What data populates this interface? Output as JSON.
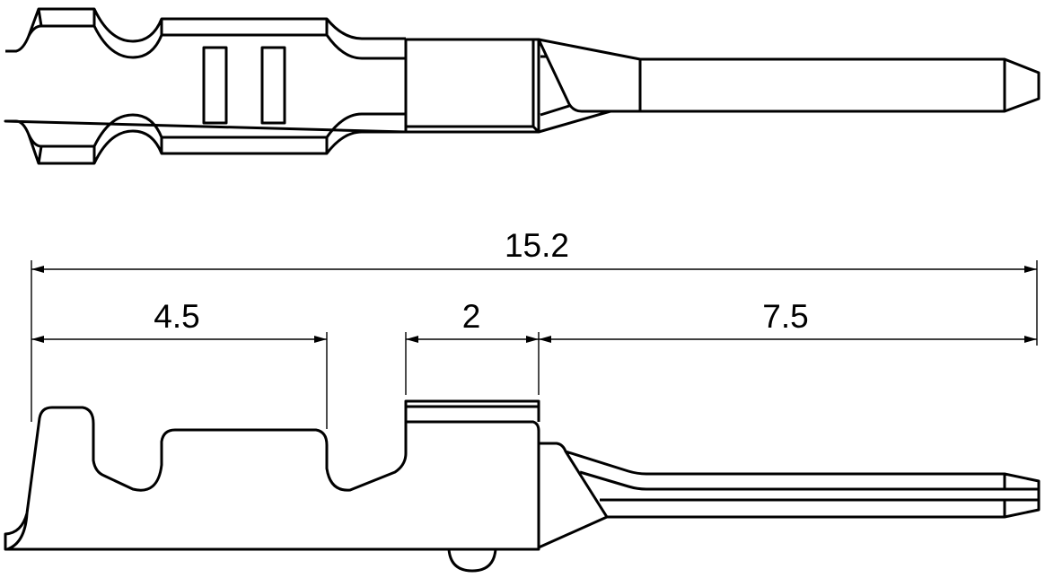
{
  "dimensions": {
    "overall_length": "15.2",
    "crimp_length": "4.5",
    "box_length": "2",
    "pin_length": "7.5"
  },
  "colors": {
    "line": "#000000",
    "background": "#ffffff"
  }
}
